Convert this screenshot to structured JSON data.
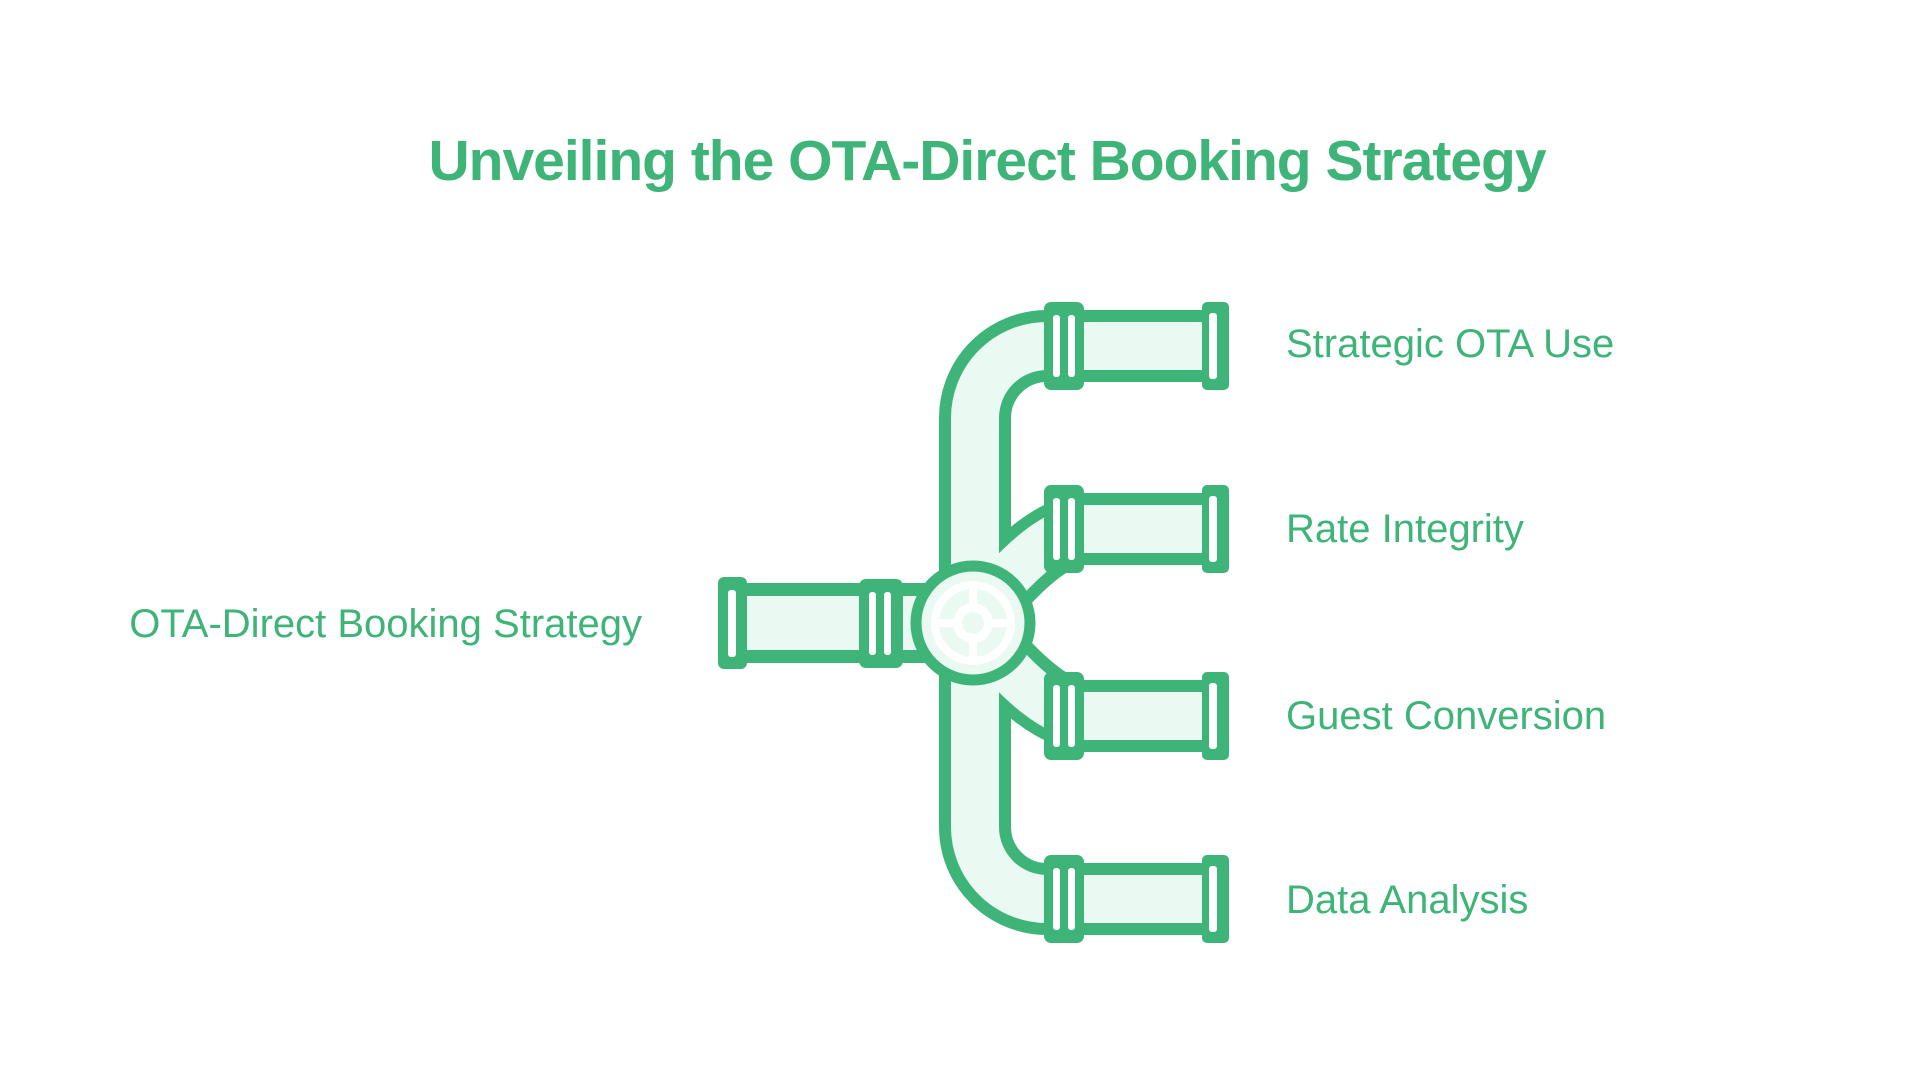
{
  "title": "Unveiling the OTA-Direct Booking Strategy",
  "diagram": {
    "type": "pipe-manifold",
    "description": "A source pipe with a valve wheel splits into four branch pipes",
    "valve_icon": "valve-wheel-icon"
  },
  "source": {
    "label": "OTA-Direct Booking Strategy"
  },
  "branches": [
    {
      "label": "Strategic OTA Use"
    },
    {
      "label": "Rate Integrity"
    },
    {
      "label": "Guest Conversion"
    },
    {
      "label": "Data Analysis"
    }
  ],
  "colors": {
    "accent_green": "#3EB478",
    "pipe_fill_light_green": "#EAF9F1",
    "wheel_white": "#FFFFFF",
    "background": "#FFFFFF"
  }
}
